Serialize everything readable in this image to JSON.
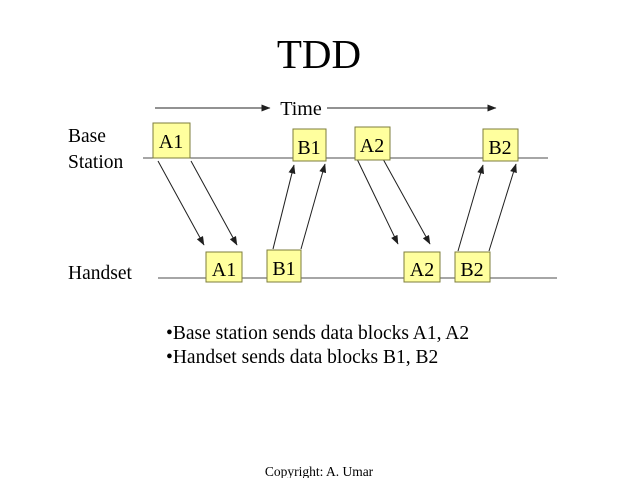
{
  "title": "TDD",
  "time_axis": {
    "label": "Time"
  },
  "diagram": {
    "base_station_label": "Base Station",
    "handset_label": "Handset",
    "base_blocks": [
      "A1",
      "B1",
      "A2",
      "B2"
    ],
    "handset_blocks": [
      "A1",
      "B1",
      "A2",
      "B2"
    ],
    "block_fill": "#ffff9e",
    "block_border": "#7e7e3c"
  },
  "bullets": [
    "•Base station sends data blocks A1, A2",
    "•Handset sends data blocks B1, B2"
  ],
  "footer": "Copyright: A. Umar"
}
